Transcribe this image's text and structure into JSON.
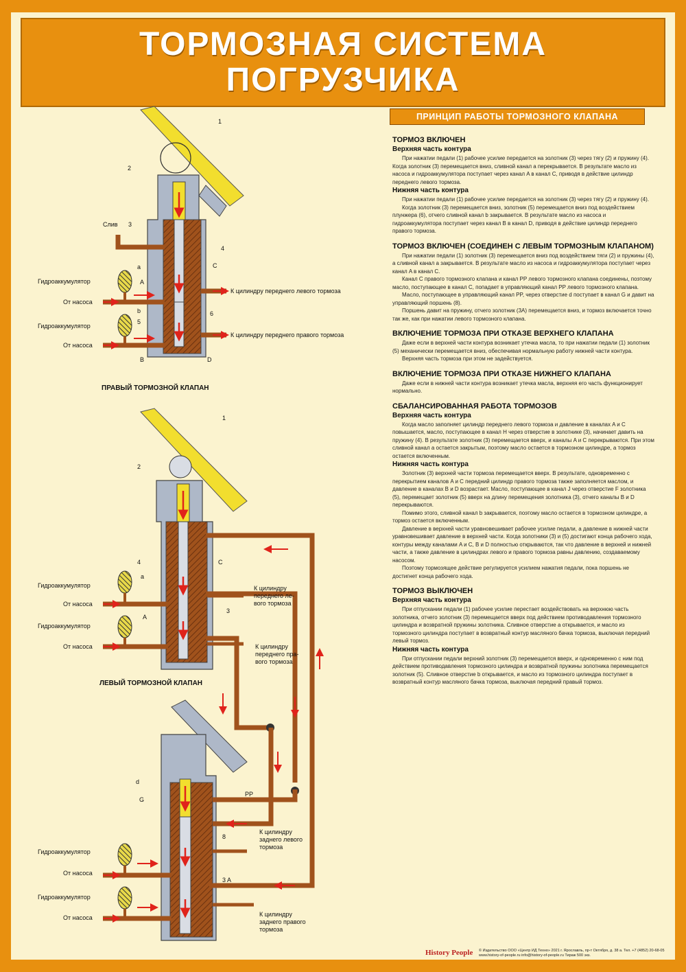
{
  "title": [
    "ТОРМОЗНАЯ СИСТЕМА",
    "ПОГРУЗЧИКА"
  ],
  "principle_header": "ПРИНЦИП РАБОТЫ ТОРМОЗНОГО КЛАПАНА",
  "diagrams": {
    "right_valve": {
      "caption": "ПРАВЫЙ ТОРМОЗНОЙ КЛАПАН",
      "labels": {
        "n1": "1",
        "n2": "2",
        "n3": "3",
        "n4": "4",
        "n5": "5",
        "n6": "6",
        "drain": "Слив",
        "c": "C",
        "a_small": "a",
        "a_cap": "A",
        "b_small": "b",
        "b_cap": "B",
        "d_cap": "D",
        "acc1": "Гидроаккумулятор",
        "pump1": "От насоса",
        "acc2": "Гидроаккумулятор",
        "pump2": "От насоса",
        "out_left": "К цилиндру переднего левого тормоза",
        "out_right": "К цилиндру переднего правого тормоза"
      }
    },
    "left_valve": {
      "caption": "ЛЕВЫЙ ТОРМОЗНОЙ КЛАПАН",
      "labels": {
        "n1": "1",
        "n2": "2",
        "n4": "4",
        "n3": "3",
        "c": "C",
        "a_small": "a",
        "a_cap": "A",
        "acc1": "Гидроаккумулятор",
        "pump1": "От насоса",
        "acc2": "Гидроаккумулятор",
        "pump2": "От насоса",
        "out1": [
          "К цилиндру",
          "переднего ле-",
          "вого тормоза"
        ],
        "out2": [
          "К цилиндру",
          "переднего пра-",
          "вого тормоза"
        ]
      }
    },
    "rear_valve": {
      "labels": {
        "d_small": "d",
        "g_cap": "G",
        "pp": "PP",
        "n8": "8",
        "n3a": "3 A",
        "acc1": "Гидроаккумулятор",
        "pump1": "От насоса",
        "acc2": "Гидроаккумулятор",
        "pump2": "От насоса",
        "out1": [
          "К цилиндру",
          "заднего левого",
          "тормоза"
        ],
        "out2": [
          "К цилиндру",
          "заднего правого",
          "тормоза"
        ]
      }
    }
  },
  "sections": [
    {
      "heading": "ТОРМОЗ ВКЛЮЧЕН",
      "subsections": [
        {
          "subheading": "Верхняя часть контура",
          "paragraphs": [
            "При нажатии педали (1) рабочее усилие передается на золотник (3) через тягу (2) и пружину (4). Когда золотник (3) перемещается вниз, сливной канал a перекрывается. В результате масло из насоса и гидроаккумулятора поступает через канал A в канал C, приводя в действие цилиндр переднего левого тормоза."
          ]
        },
        {
          "subheading": "Нижняя часть контура",
          "paragraphs": [
            "При нажатии педали (1) рабочее усилие передается на золотник (3) через тягу (2) и пружину (4).",
            "Когда золотник (3) перемещается вниз, золотник (5) перемещается вниз под воздействием плунжера (6), отчего сливной канал b закрывается. В результате масло из насоса и гидроаккумулятора поступает через канал B в канал D, приводя в действие цилиндр переднего правого тормоза."
          ]
        }
      ]
    },
    {
      "heading": "ТОРМОЗ ВКЛЮЧЕН (СОЕДИНЕН С ЛЕВЫМ ТОРМОЗНЫМ КЛАПАНОМ)",
      "subsections": [
        {
          "subheading": "",
          "paragraphs": [
            "При нажатии педали (1) золотник (3) перемещается вниз под воздействием тяги (2) и пружины (4), а сливной канал a закрывается. В результате масло из насоса и гидроаккумулятора поступает через канал A в канал C.",
            "Канал C правого тормозного клапана и канал PP левого тормозного клапана соединены, поэтому масло, поступающее в канал C, попадает в управляющий канал PP левого тормозного клапана.",
            "Масло, поступающее в управляющий канал PP, через отверстие d поступает в канал G и давит на управляющий поршень (8).",
            "Поршень давит на пружину, отчего золотник (3A) перемещается вниз, и тормоз включается точно так же, как при нажатии левого тормозного клапана."
          ]
        }
      ]
    },
    {
      "heading": "ВКЛЮЧЕНИЕ ТОРМОЗА ПРИ ОТКАЗЕ ВЕРХНЕГО КЛАПАНА",
      "subsections": [
        {
          "subheading": "",
          "paragraphs": [
            "Даже если в верхней части контура возникает утечка масла, то при нажатии педали (1) золотник (5) механически перемещается вниз, обеспечивая нормальную работу нижней части контура.",
            "Верхняя часть тормоза при этом не задействуется."
          ]
        }
      ]
    },
    {
      "heading": "ВКЛЮЧЕНИЕ ТОРМОЗА ПРИ ОТКАЗЕ НИЖНЕГО КЛАПАНА",
      "subsections": [
        {
          "subheading": "",
          "paragraphs": [
            "Даже если в нижней части контура возникает утечка масла, верхняя его часть функционирует нормально."
          ]
        }
      ]
    },
    {
      "heading": "СБАЛАНСИРОВАННАЯ РАБОТА ТОРМОЗОВ",
      "subsections": [
        {
          "subheading": "Верхняя часть контура",
          "paragraphs": [
            "Когда масло заполняет цилиндр переднего левого тормоза и давление в каналах A и C повышается, масло, поступающее в канал H через отверстие в золотнике (3), начинает давить на пружину (4). В результате золотник (3) перемещается вверх, и каналы A и C перекрываются. При этом сливной канал a остается закрытым, поэтому масло остается в тормозном цилиндре, а тормоз остается включенным."
          ]
        },
        {
          "subheading": "Нижняя часть контура",
          "paragraphs": [
            "Золотник (3) верхней части тормоза перемещается вверх. В результате, одновременно с перекрытием каналов A и C передний цилиндр правого тормоза также заполняется маслом, и давление в каналах B и D возрастает. Масло, поступающее в канал J через отверстие F золотника (5), перемещает золотник (5) вверх на длину перемещения золотника (3), отчего каналы B и D перекрываются.",
            "Помимо этого, сливной канал b закрывается, поэтому масло остается в тормозном цилиндре, а тормоз остается включенным.",
            "Давление в верхней части уравновешивает рабочее усилие педали, а давление в нижней части уравновешивает давление в верхней части. Когда золотники (3) и (5) достигают конца рабочего хода, контуры между каналами A и C, B и D полностью открываются, так что давление в верхней и нижней части, а также давление в цилиндрах левого и правого тормоза равны давлению, создаваемому насосом.",
            "Поэтому тормозящее действие регулируется усилием нажатия педали, пока поршень не достигнет конца рабочего хода."
          ]
        }
      ]
    },
    {
      "heading": "ТОРМОЗ ВЫКЛЮЧЕН",
      "subsections": [
        {
          "subheading": "Верхняя часть контура",
          "paragraphs": [
            "При отпускании педали (1) рабочее усилие перестает воздействовать на верхнюю часть золотника, отчего золотник (3) перемещается вверх под действием противодавления тормозного цилиндра и возвратной пружины золотника. Сливное отверстие a открывается, и масло из тормозного цилиндра поступает в возвратный контур масляного бачка тормоза, выключая передний левый тормоз."
          ]
        },
        {
          "subheading": "Нижняя часть контура",
          "paragraphs": [
            "При отпускании педали верхний золотник (3) перемещается вверх, и одновременно с ним под действием противодавления тормозного цилиндра и возвратной пружины золотника перемещается золотник (5). Сливное отверстие b открывается, и масло из тормозного цилиндра поступает в возвратный контур масляного бачка тормоза, выключая передний правый тормоз."
          ]
        }
      ]
    }
  ],
  "footer": {
    "brand": "History People",
    "imprint": "© Издательство ООО «Центр ИД Техно» 2021 г. Ярославль, пр-т Октября, д. 38 а. Тел. +7 (4852) 20-68-05 www.history-of-people.ru info@history-of-people.ru Тираж 500 экз."
  },
  "colors": {
    "frame": "#e8900f",
    "paper": "#fbf3cf",
    "oil": "#a0521c",
    "housing": "#aeb8c8",
    "pedal": "#f2de2e",
    "arrow": "#e0231b",
    "accumulator": "#e8d94a"
  }
}
